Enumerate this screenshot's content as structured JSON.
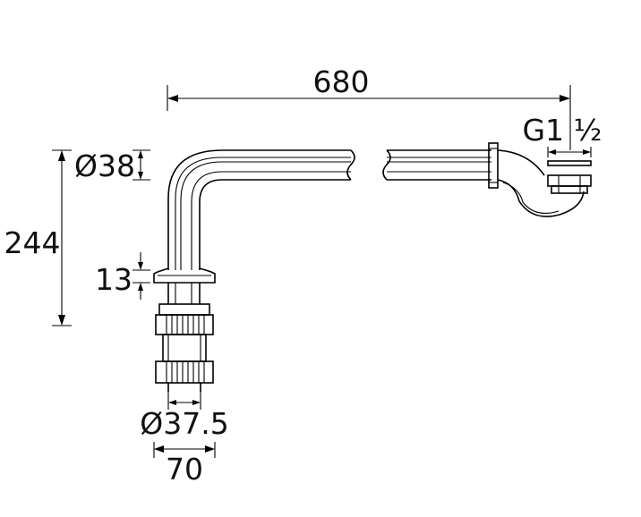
{
  "diagram": {
    "dimensions": {
      "length": "680",
      "height": "244",
      "pipe_diameter": "Ø38",
      "flange_thickness": "13",
      "connector_diameter": "Ø37.5",
      "connector_width": "70",
      "thread_size": "G1 ½"
    }
  }
}
